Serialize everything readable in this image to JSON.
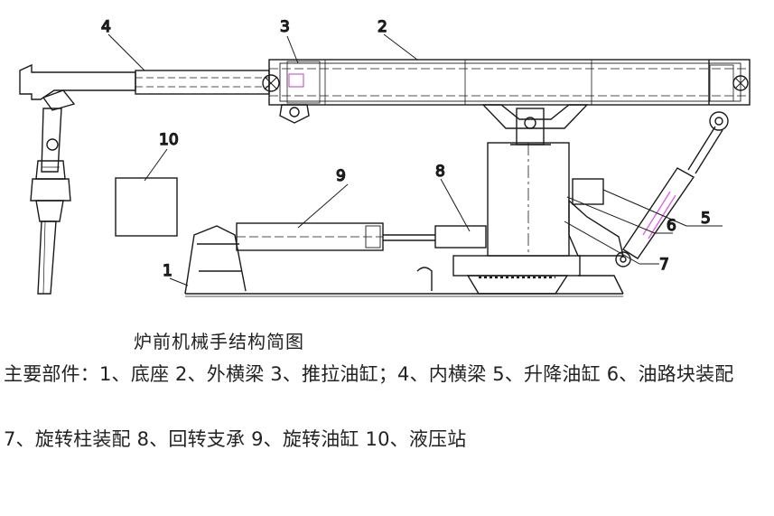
{
  "callouts": {
    "c1": "1",
    "c2": "2",
    "c3": "3",
    "c4": "4",
    "c5": "5",
    "c6": "6",
    "c7": "7",
    "c8": "8",
    "c9": "9",
    "c10": "10"
  },
  "caption": {
    "title": "炉前机械手结构简图",
    "parts_line1": "主要部件：1、底座   2、外横梁   3、推拉油缸；4、内横梁   5、升降油缸   6、油路块装配",
    "parts_line2": "7、旋转柱装配   8、回转支承   9、旋转油缸   10、液压站"
  },
  "colors": {
    "line": "#1a1a1a",
    "accent": "#e060e0"
  }
}
